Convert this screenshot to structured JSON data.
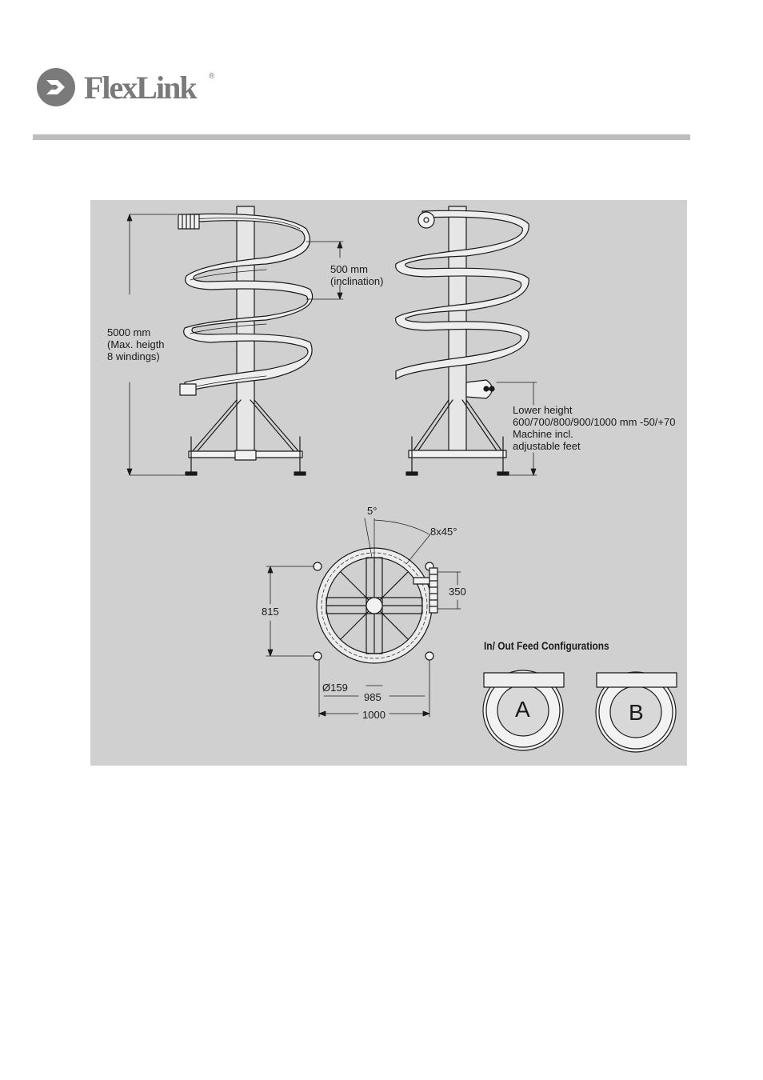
{
  "brand": {
    "name": "FlexLink",
    "registered": "®"
  },
  "labels": {
    "max_height": [
      "5000 mm",
      "(Max. heigth",
      "8 windings)"
    ],
    "inclination": [
      "500 mm",
      "(inclination)"
    ],
    "lower_height": [
      "Lower height",
      "600/700/800/900/1000 mm -50/+70",
      "Machine incl.",
      "adjustable feet"
    ],
    "angle_offset": "5°",
    "angle_division": "8x45°",
    "dim_815": "815",
    "dim_350": "350",
    "dim_diameter": "Ø159",
    "dim_985": "985",
    "dim_1000": "1000"
  },
  "feed_configurations": {
    "title": "In/ Out Feed Configurations",
    "options": [
      "A",
      "B"
    ]
  },
  "colors": {
    "panel": "#d0d0d0",
    "rule": "#bdbdbd",
    "logo": "#7a7a7a",
    "line": "#1a1a1a"
  }
}
